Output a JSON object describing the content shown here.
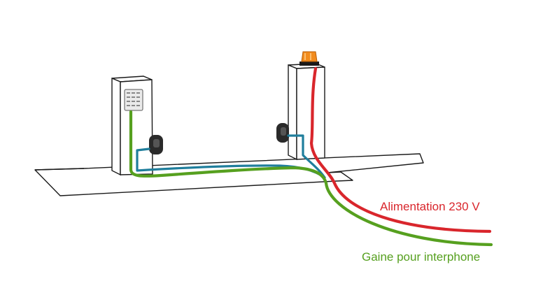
{
  "labels": {
    "power": "Alimentation 230 V",
    "sheath": "Gaine pour interphone"
  },
  "colors": {
    "power_cable": "#d9262c",
    "sheath_cable": "#56a01f",
    "signal_cable": "#1f7e9c",
    "outline": "#1a1a1a",
    "warning_light": "#f28c1e",
    "background": "#ffffff"
  },
  "components": {
    "left_pillar": "pillar",
    "right_pillar": "pillar",
    "keypad": "intercom-keypad-icon",
    "photocell_left": "photocell-icon",
    "photocell_right": "photocell-icon",
    "beacon": "warning-light-icon",
    "trench": "cable-trench"
  }
}
